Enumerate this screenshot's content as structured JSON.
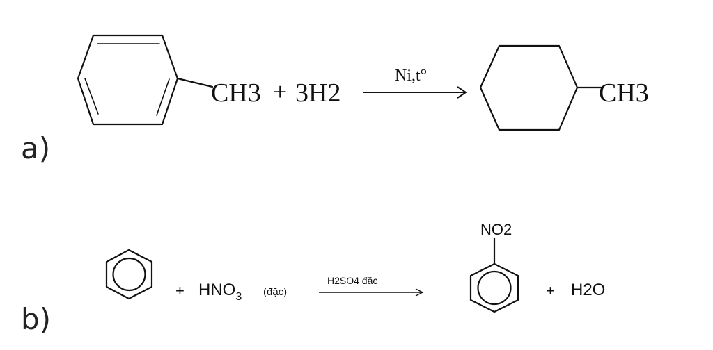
{
  "reaction_a": {
    "label": "a)",
    "reactant_substituent": "CH3",
    "plus_1": "+",
    "reagent": "3H2",
    "conditions": "Ni,t°",
    "product_substituent": "CH3"
  },
  "reaction_b": {
    "label": "b)",
    "plus_1": "+",
    "reagent": "HNO",
    "reagent_subscript": "3",
    "reagent_note": "(đặc)",
    "catalyst": "H2SO4 đặc",
    "product_substituent": "NO2",
    "plus_2": "+",
    "byproduct": "H2O"
  }
}
